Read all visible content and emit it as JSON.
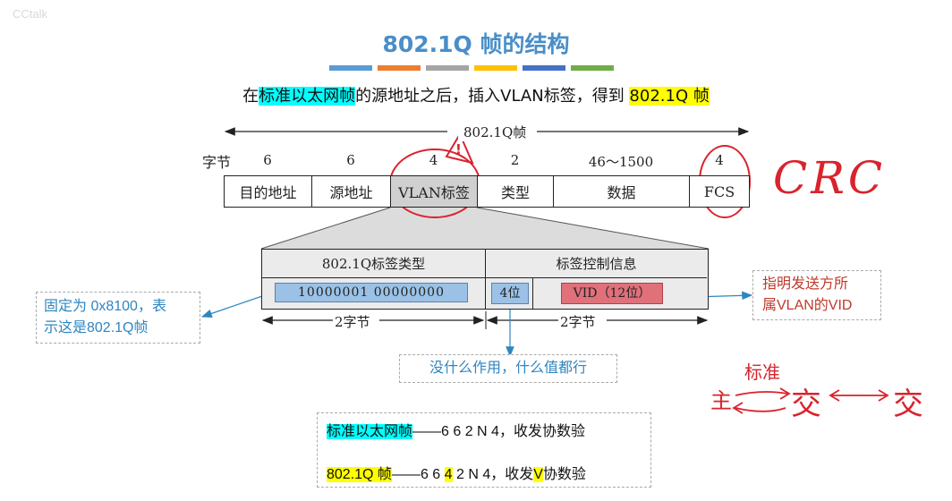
{
  "watermark": "CCtalk",
  "title": "802.1Q 帧的结构",
  "colors": {
    "title_blue": "#4a8ec8",
    "strip": [
      "#5b9bd5",
      "#ed7d31",
      "#a5a5a5",
      "#ffc000",
      "#4472c4",
      "#70ad47"
    ],
    "highlight_cyan": "#00ffff",
    "highlight_yellow": "#ffff00",
    "annotation_red": "#d9232d",
    "callout_blue": "#2e86c1"
  },
  "subtitle": {
    "prefix": "在",
    "hl1": "标准以太网帧",
    "middle": "的源地址之后，插入VLAN标签，得到 ",
    "hl2": "802.1Q 帧"
  },
  "frame": {
    "label": "802.1Q帧",
    "bytes_label": "字节",
    "byte_sizes": [
      "6",
      "6",
      "4",
      "2",
      "46～1500",
      "4"
    ],
    "fields": [
      "目的地址",
      "源地址",
      "VLAN标签",
      "类型",
      "数据",
      "FCS"
    ]
  },
  "tag": {
    "type_header": "802.1Q标签类型",
    "type_value": "10000001 00000000",
    "control_header": "标签控制信息",
    "pri": "4位",
    "vid": "VID（12位）",
    "bytes_left": "2字节",
    "bytes_right": "2字节"
  },
  "callouts": {
    "left_line1": "固定为 0x8100，表",
    "left_line2": "示这是802.1Q帧",
    "right_line1": "指明发送方所",
    "right_line2": "属VLAN的VID",
    "bottom": "没什么作用，什么值都行"
  },
  "summary": {
    "row1_hl": "标准以太网帧",
    "row1_text": "——6 6 2 N 4，收发协数验",
    "row2_hl": "802.1Q 帧",
    "row2_a": "——6 6 ",
    "row2_4": "4",
    "row2_b": " 2 N 4，收发",
    "row2_v": "V",
    "row2_c": "协数验"
  },
  "handwriting": {
    "crc": "CRC",
    "warn": "!",
    "host": "主",
    "standard": "标准",
    "switch1": "交",
    "switch2": "交"
  }
}
